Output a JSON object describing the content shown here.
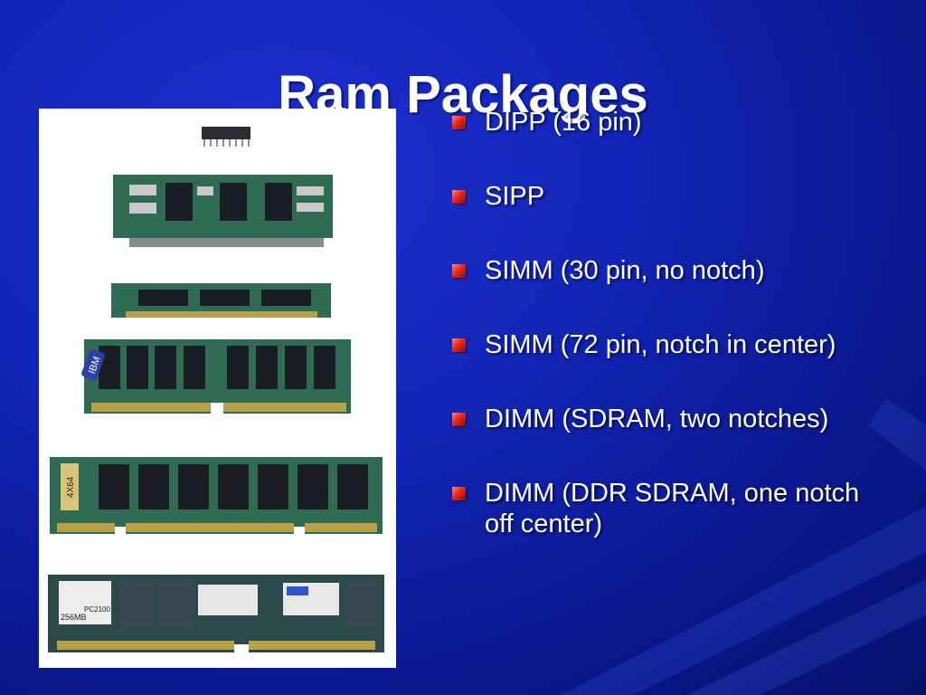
{
  "slide": {
    "title": "Ram Packages",
    "bullets": [
      {
        "text": "DIPP (16 pin)"
      },
      {
        "text": "SIPP"
      },
      {
        "text": "SIMM (30 pin, no notch)"
      },
      {
        "text": "SIMM (72 pin, notch in center)"
      },
      {
        "text": "DIMM (SDRAM, two notches)"
      },
      {
        "text": "DIMM (DDR SDRAM, one notch off center)"
      }
    ]
  },
  "photo": {
    "labels": {
      "ibm": "IBM",
      "size_4x64": "4X64",
      "pc2100": "PC2100",
      "mb256": "256MB"
    }
  },
  "colors": {
    "background": "#1226b8",
    "bullet": "#e8281c",
    "pcb": "#2f6b52",
    "chip": "#1a1d24",
    "gold": "#b8a046"
  }
}
